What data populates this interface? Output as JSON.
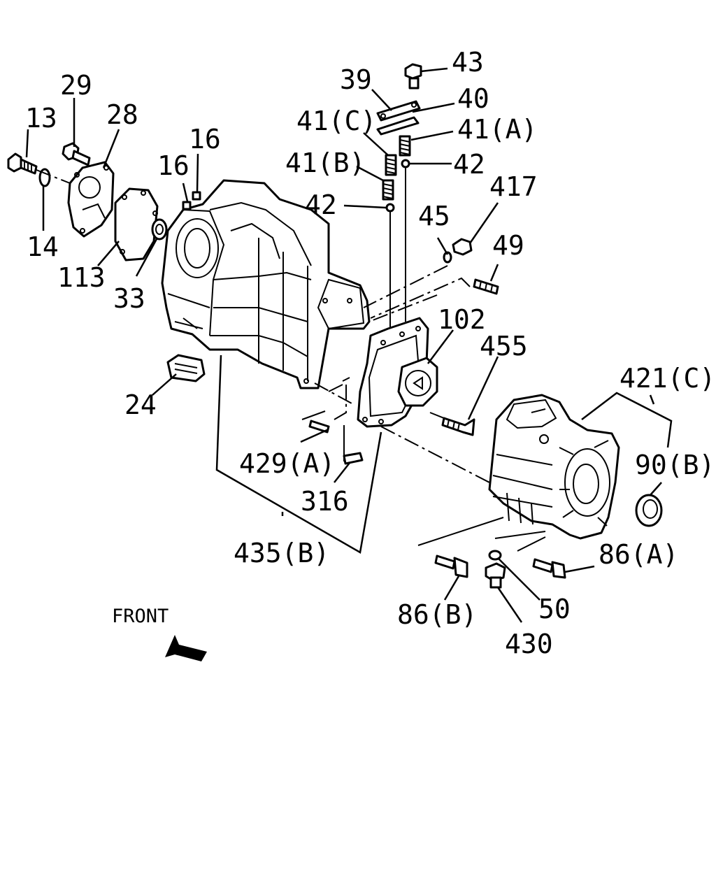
{
  "diagram": {
    "front_label": "FRONT",
    "labels": {
      "p13": "13",
      "p29": "29",
      "p28": "28",
      "p14": "14",
      "p113": "113",
      "p33": "33",
      "p16a": "16",
      "p16b": "16",
      "p24": "24",
      "p39": "39",
      "p43": "43",
      "p40": "40",
      "p41c": "41(C)",
      "p41a": "41(A)",
      "p41b": "41(B)",
      "p42a": "42",
      "p42b": "42",
      "p417": "417",
      "p45": "45",
      "p49": "49",
      "p102": "102",
      "p455": "455",
      "p421c": "421(C)",
      "p90b": "90(B)",
      "p429a": "429(A)",
      "p316": "316",
      "p435b": "435(B)",
      "p86a": "86(A)",
      "p86b": "86(B)",
      "p50": "50",
      "p430": "430"
    }
  }
}
